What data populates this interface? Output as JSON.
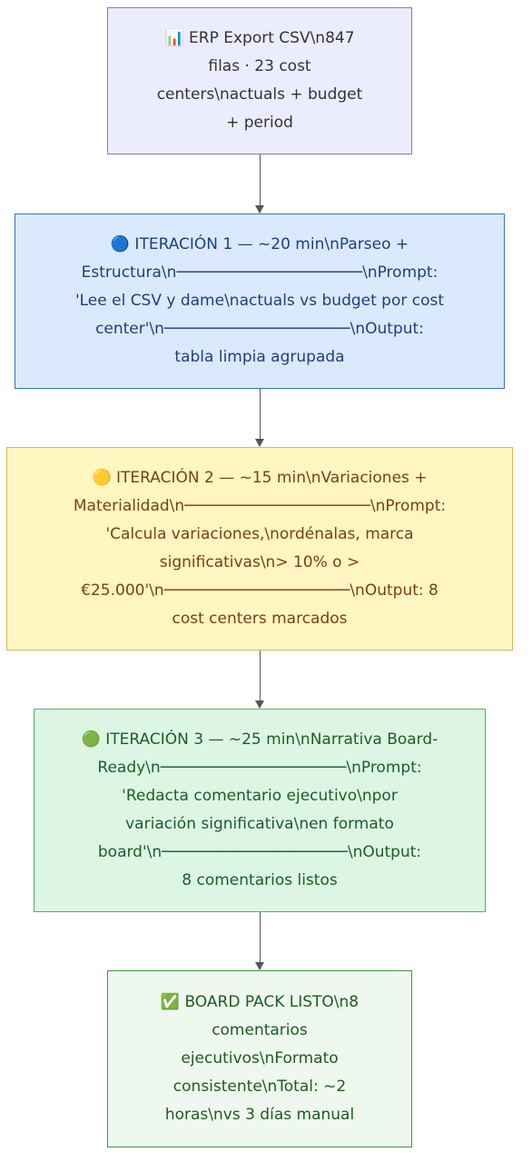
{
  "diagram": {
    "nodes": [
      {
        "id": "source",
        "lines": [
          "📊 ERP Export CSV\\n847",
          "filas · 23 cost",
          "centers\\nactuals + budget",
          "+ period"
        ]
      },
      {
        "id": "iter1",
        "lines": [
          "🔵 ITERACIÓN 1 — ~20 min\\nParseo +",
          "Estructura\\n────────────────────\\nPrompt:",
          "'Lee el CSV y dame\\nactuals vs budget por cost",
          "center'\\n────────────────────\\nOutput:",
          "tabla limpia agrupada"
        ]
      },
      {
        "id": "iter2",
        "lines": [
          "🟡 ITERACIÓN 2 — ~15 min\\nVariaciones +",
          "Materialidad\\n────────────────────\\nPrompt:",
          "'Calcula variaciones,\\nordénalas, marca",
          "significativas\\n> 10% o >",
          "€25.000'\\n────────────────────\\nOutput: 8",
          "cost centers marcados"
        ]
      },
      {
        "id": "iter3",
        "lines": [
          "🟢 ITERACIÓN 3 — ~25 min\\nNarrativa Board-",
          "Ready\\n────────────────────\\nPrompt:",
          "'Redacta comentario ejecutivo\\npor",
          "variación significativa\\nen formato",
          "board'\\n────────────────────\\nOutput:",
          "8 comentarios listos"
        ]
      },
      {
        "id": "final",
        "lines": [
          "✅ BOARD PACK LISTO\\n8",
          "comentarios",
          "ejecutivos\\nFormato",
          "consistente\\nTotal: ~2",
          "horas\\nvs 3 días manual"
        ]
      }
    ]
  }
}
